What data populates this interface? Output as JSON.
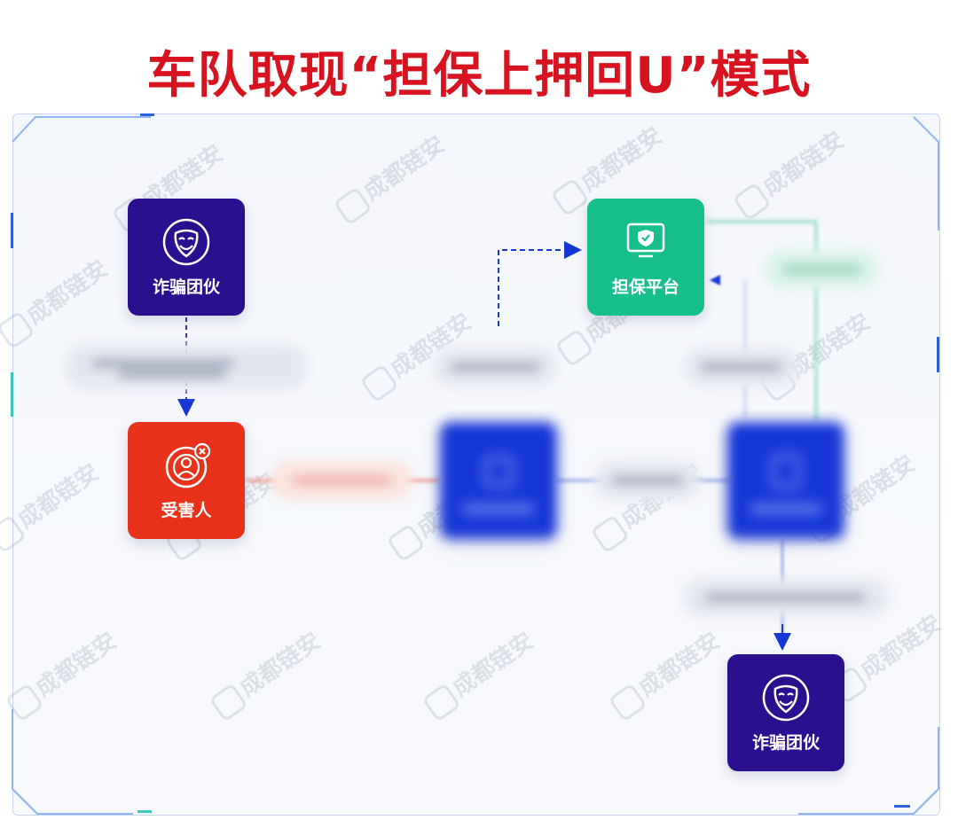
{
  "title": "车队取现“担保上押回U”模式",
  "watermark": "成都链安",
  "nodes": {
    "fraud_gang_top": {
      "label": "诈骗团伙",
      "icon": "mask-icon",
      "color": "#2a0f8f"
    },
    "victim": {
      "label": "受害人",
      "icon": "victim-target-icon",
      "color": "#e8321c"
    },
    "guarantee_platform": {
      "label": "担保平台",
      "icon": "shield-monitor-icon",
      "color": "#17c08a"
    },
    "fraud_gang_bottom": {
      "label": "诈骗团伙",
      "icon": "mask-icon",
      "color": "#2a0f8f"
    }
  },
  "colors": {
    "title": "#d7131f",
    "arrow_blue": "#1637d6",
    "arrow_red": "#e8321c",
    "arrow_green": "#17c08a"
  }
}
